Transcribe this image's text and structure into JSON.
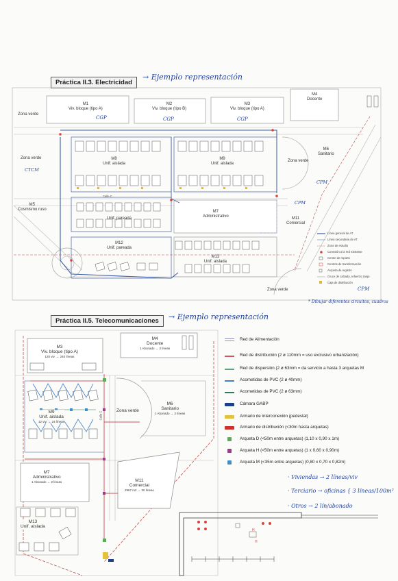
{
  "top": {
    "title": "Práctica II.3. Electricidad",
    "note": "→ Ejemplo representación",
    "zones": {
      "m1_code": "M1",
      "m1_name": "Viv. bloque (tipo A)",
      "m2_code": "M2",
      "m2_name": "Viv. bloque (tipo B)",
      "m3_code": "M3",
      "m3_name": "Viv. bloque (tipo A)",
      "m4_code": "M4",
      "m4_name": "Docente",
      "m5_code": "M5",
      "m5_name": "Cosmismo ruso",
      "m6_code": "M6",
      "m6_name": "Sanitario",
      "m7_code": "M7",
      "m7_name": "Administrativo",
      "m8_code": "M8",
      "m8_name": "Unif. aislada",
      "m9_code": "M9",
      "m9_name": "Unif. aislada",
      "m10_name": "Unif. pareada",
      "m11_code": "M11",
      "m11_name": "Comercial",
      "m12_code": "M12",
      "m12_name": "Unif. pareada",
      "m13_code": "M13",
      "m13_name": "Unif. aislada",
      "zv1": "Zona verde",
      "zv2": "Zona verde",
      "zv3": "Zona verde",
      "zv4": "Zona verde"
    },
    "handnotes": {
      "cgp1": "CGP",
      "cgp2": "CGP",
      "cgp3": "CGP",
      "ctcm": "CTCM",
      "cpm1": "CPM",
      "cpm2": "CPM",
      "cpm3": "CPM"
    },
    "streets": {
      "calle_c": "Calle C"
    },
    "legend": [
      "Línea general de AT",
      "Línea secundaria de AT",
      "Zona de estudio",
      "Conexión a la red existente",
      "Centro de reparto",
      "Centros de transformación",
      "Arqueta de registro",
      "Cruce de calzada, refuerzo zanja",
      "Caja de distribución"
    ],
    "margin_note": "* Dibujar diferentes circuitos, cuadros"
  },
  "bottom": {
    "title": "Práctica II.5. Telecomunicaciones",
    "note": "→ Ejemplo representación",
    "zones": {
      "m3_code": "M3",
      "m3_name": "Viv. bloque (tipo A)",
      "m3_detail": "120 viv. → 240 líneas",
      "m4_code": "M4",
      "m4_name": "Docente",
      "m4_detail": "1 Abonado → 2 líneas",
      "m6_code": "M6",
      "m6_name": "Sanitario",
      "m6_detail": "1 Abonado → 2 líneas",
      "m7_code": "M7",
      "m7_name": "Administrativo",
      "m7_detail": "1 Abonado → 2 líneas",
      "m9_code": "M9",
      "m9_name": "Unif. aislada",
      "m9_detail": "12 viv. → 24 líneas",
      "m11_code": "M11",
      "m11_name": "Comercial",
      "m11_detail": "2967 m2 → 30 líneas",
      "m13_code": "M13",
      "m13_name": "Unif. aislada",
      "zv": "Zona verde",
      "calle": "Calle C"
    },
    "legend": [
      {
        "label": "Red de Alimentación",
        "color": "#8a8fb8",
        "style": "double"
      },
      {
        "label": "Red de distribución (2 ø 110mm = uso exclusivo urbanización)",
        "color": "#c9595c",
        "style": "line"
      },
      {
        "label": "Red de dispersión (2 ø 63mm = da servicio a hasta 3 arquetas M",
        "color": "#5fa380",
        "style": "line"
      },
      {
        "label": "Acometidas de PVC (2 ø 40mm)",
        "color": "#3f7fc4",
        "style": "line"
      },
      {
        "label": "Acometidas de PVC (2 ø 63mm)",
        "color": "#2e7a59",
        "style": "line"
      },
      {
        "label": "Cámara GABP",
        "color": "#1d3f8a",
        "style": "bar"
      },
      {
        "label": "Armario de interconexión (pedestal)",
        "color": "#e3c23a",
        "style": "bar"
      },
      {
        "label": "Armario de distribución (<30m hasta arquetas)",
        "color": "#d0312d",
        "style": "bar"
      },
      {
        "label": "Arqueta D (<50m entre arquetas) (1,10 x 0,90 x 1m)",
        "color": "#63a85a",
        "style": "box"
      },
      {
        "label": "Arqueta H (<50m entre arquetas) (1 x 0,60 x 0,90m)",
        "color": "#9b3d8a",
        "style": "box"
      },
      {
        "label": "Arqueta M (<35m entre arquetas) (0,80 x 0,70 x 0,82m)",
        "color": "#3f8fc8",
        "style": "box"
      }
    ],
    "handnotes": {
      "line1": "· Viviendas → 2 líneas/viv",
      "line2": "· Terciario → oficinas { 3 líneas/100m²",
      "line3": "· Otros → 2 lín/abonado"
    },
    "detail_labels": [
      "H",
      "H"
    ]
  }
}
